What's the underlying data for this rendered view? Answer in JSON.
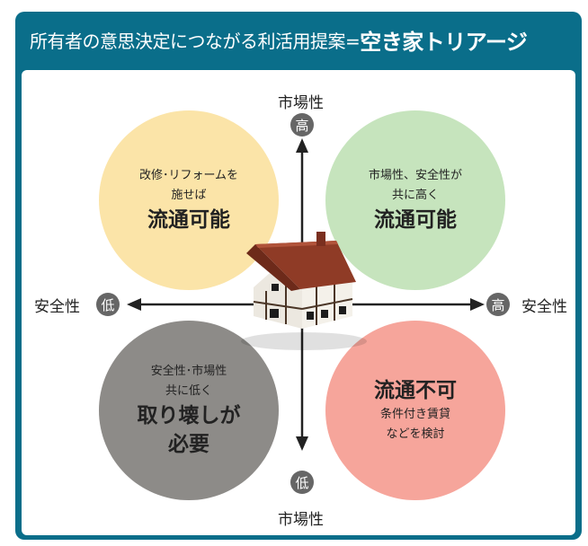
{
  "header": {
    "title_prefix": "所有者の意思決定につながる利活用提案=",
    "title_emphasis": "空き家トリアージ"
  },
  "axes": {
    "top_label": "市場性",
    "top_badge": "高",
    "bottom_label": "市場性",
    "bottom_badge": "低",
    "left_label": "安全性",
    "left_badge": "低",
    "right_label": "安全性",
    "right_badge": "高"
  },
  "quadrants": {
    "top_left": {
      "line1": "改修･リフォームを",
      "line2": "施せば",
      "big": "流通可能",
      "color": "#fbe4a8"
    },
    "top_right": {
      "line1": "市場性、安全性が",
      "line2": "共に高く",
      "big": "流通可能",
      "color": "#c6e4bd"
    },
    "bottom_left": {
      "line1": "安全性･市場性",
      "line2": "共に低く",
      "big1": "取り壊しが",
      "big2": "必要",
      "color": "#8d8b88"
    },
    "bottom_right": {
      "big": "流通不可",
      "line1": "条件付き賃貸",
      "line2": "などを検討",
      "color": "#f6a59b"
    }
  },
  "colors": {
    "frame": "#0a6e8a",
    "badge": "#666666",
    "axis": "#222222"
  }
}
